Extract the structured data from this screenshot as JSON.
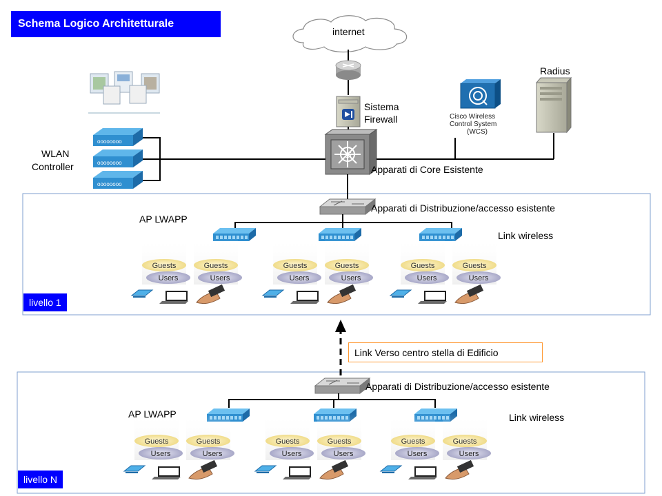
{
  "title": "Schema Logico Architetturale",
  "internet_label": "internet",
  "firewall": {
    "line1": "Sistema",
    "line2": "Firewall"
  },
  "radius_label": "Radius",
  "wcs": {
    "line1": "Cisco Wireless",
    "line2": "Control System",
    "line3": "(WCS)"
  },
  "wlan": {
    "line1": "WLAN",
    "line2": "Controller"
  },
  "core_label": "Apparati di Core Esistente",
  "level1": {
    "distribution_label": "Apparati di Distribuzione/accesso  esistente",
    "ap_label": "AP LWAPP",
    "link_wireless_label": "Link wireless",
    "level_tag": "livello 1"
  },
  "levelN": {
    "distribution_label": "Apparati di Distribuzione/accesso  esistente",
    "ap_label": "AP LWAPP",
    "link_wireless_label": "Link wireless",
    "level_tag": "livello N"
  },
  "uplink_label": "Link Verso centro stella di Edificio",
  "client_groups": {
    "guests": "Guests",
    "users": "Users"
  },
  "colors": {
    "title_bg": "#0000ff",
    "level_tag_bg": "#0000ff",
    "level_border": "#7f9fcf",
    "ap_blue": "#2f8fd0",
    "uplink_box_border": "#ff9933"
  }
}
